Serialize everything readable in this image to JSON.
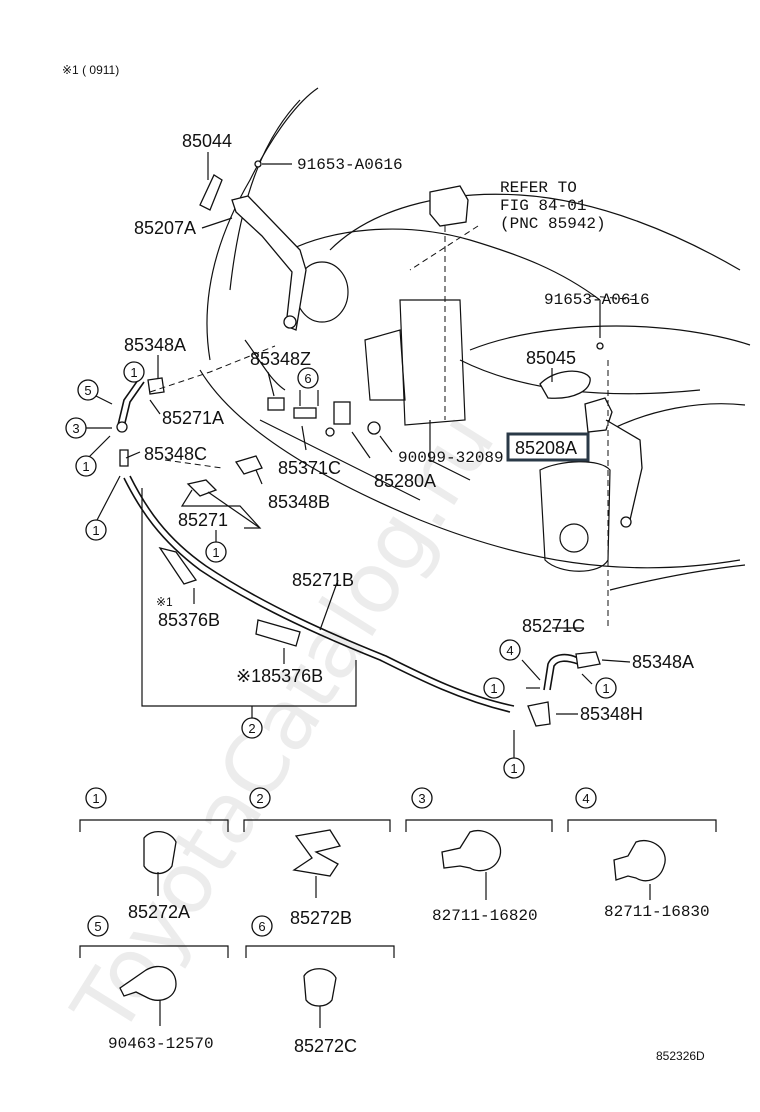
{
  "header_note": "※1 (        0911)",
  "refer_note": {
    "line1": "REFER TO",
    "line2": "FIG 84-01",
    "line3": "(PNC 85942)"
  },
  "labels": {
    "p85044": "85044",
    "p91653_top": "91653-A0616",
    "p85207A": "85207A",
    "p91653_right": "91653-A0616",
    "p85045": "85045",
    "p85348A_left": "85348A",
    "p85348Z": "85348Z",
    "p85271A": "85271A",
    "p85348C": "85348C",
    "p85371C": "85371C",
    "p85280A": "85280A",
    "p90099": "90099-32089",
    "p85208A": "85208A",
    "p85348B": "85348B",
    "p85271": "85271",
    "p85271B": "85271B",
    "note1_a": "※1",
    "p85376B_a": "85376B",
    "p85376B_b": "※185376B",
    "p85271C": "85271C",
    "p85348A_right": "85348A",
    "p85348H": "85348H"
  },
  "callouts": [
    "1",
    "2",
    "3",
    "4",
    "5",
    "6"
  ],
  "legend": [
    {
      "num": "1",
      "part": "85272A"
    },
    {
      "num": "2",
      "part": "85272B"
    },
    {
      "num": "3",
      "part": "82711-16820"
    },
    {
      "num": "4",
      "part": "82711-16830"
    },
    {
      "num": "5",
      "part": "90463-12570"
    },
    {
      "num": "6",
      "part": "85272C"
    }
  ],
  "figure_code": "852326D",
  "watermark": "ToyotaCatalog.ru",
  "colors": {
    "line": "#111111",
    "highlight": "#2a3947",
    "watermark": "#bdbdbd"
  }
}
